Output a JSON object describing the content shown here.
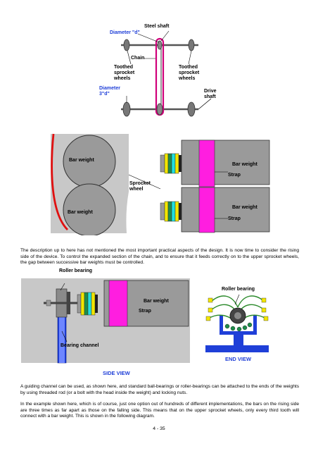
{
  "figure1": {
    "label_steel_shaft": "Steel shaft",
    "label_diameter_d": "Diameter \"d\"",
    "label_chain": "Chain",
    "label_toothed_left": "Toothed\nsprocket\nwheels",
    "label_toothed_right": "Toothed\nsprocket\nwheels",
    "label_diameter_3d": "Diameter\n3\"d\"",
    "label_drive_shaft": "Drive\nshaft"
  },
  "figure2": {
    "label_bar_weight_top_left": "Bar weight",
    "label_bar_weight_bottom_left": "Bar weight",
    "label_sprocket_wheel": "Sprocket\nwheel",
    "label_bar_weight_top_right": "Bar weight",
    "label_strap_top": "Strap",
    "label_bar_weight_bottom_right": "Bar weight",
    "label_strap_bottom": "Strap"
  },
  "paragraph1": "The description up to here has not mentioned the most important practical aspects of the design.  It is now time to consider the rising side of the device.  To control the expanded section of the chain, and to ensure that it feeds correctly on to the upper sprocket wheels, the gap between successive bar weights must be controlled.",
  "figure3": {
    "label_roller_bearing_left": "Roller bearing",
    "label_bar_weight": "Bar weight",
    "label_strap": "Strap",
    "label_bearing_channel": "Bearing channel",
    "label_roller_bearing_right": "Roller bearing",
    "label_end_view": "END VIEW",
    "label_side_view": "SIDE VIEW"
  },
  "paragraph2": "A guiding channel can be used, as shown here, and standard ball-bearings or roller-bearings can be attached to the ends of the weights by using threaded rod (or a bolt with the head inside the weight) and locking nuts.",
  "paragraph3": "In the example shown here, which is of course, just one option out of hundreds of different implementations, the bars on the rising side are three times as far apart as those on the falling side.  This means that on the upper sprocket wheels, only every third tooth will connect with a bar weight.  This is shown in the following diagram.",
  "page_number": "4 - 35"
}
